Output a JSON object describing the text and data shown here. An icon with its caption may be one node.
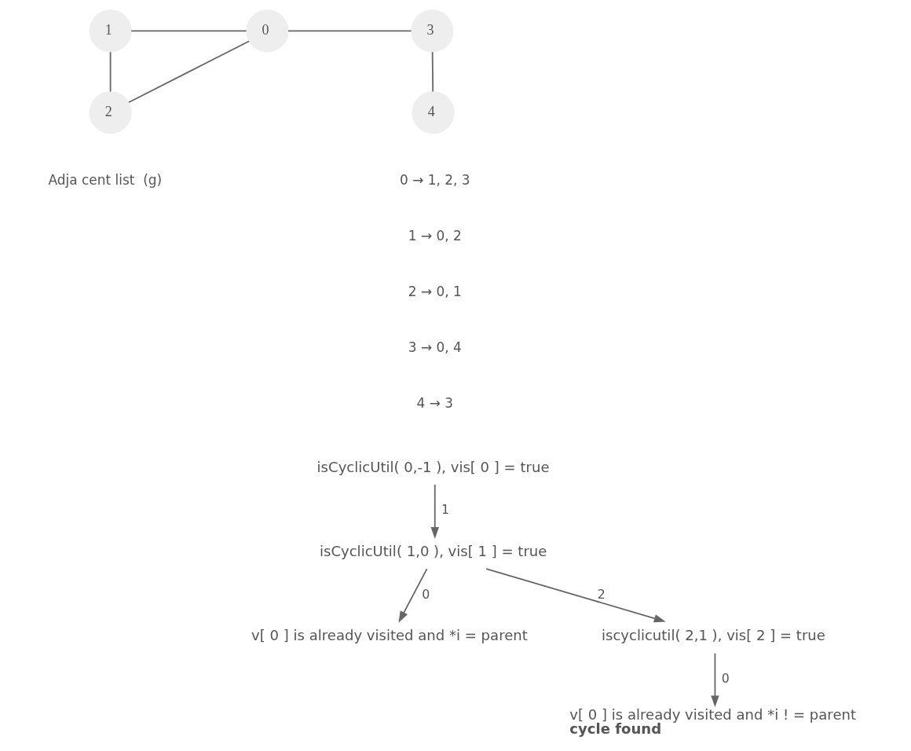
{
  "diagram": {
    "nodes": [
      {
        "text": [
          "1"
        ]
      },
      {
        "text": [
          "0"
        ]
      },
      {
        "text": [
          "3"
        ]
      },
      {
        "text": [
          "2"
        ]
      },
      {
        "text": [
          "4"
        ]
      },
      {
        "text": [
          "isCyclicUtil( 0,-1 ), vis[ 0 ] = true"
        ]
      },
      {
        "text": [
          "isCyclicUtil( 1,0 ), vis[ 1 ] = true"
        ]
      },
      {
        "text": [
          "v[ 0 ] is already visited and *i = parent"
        ]
      },
      {
        "text": [
          "iscyclicutil( 2,1 ), vis[ 2 ] = true"
        ]
      },
      {
        "text": [
          "v[ 0 ] is already visited and *i ! = parent",
          "cycle found"
        ]
      }
    ],
    "edges": [
      {
        "from": 0,
        "to": 1,
        "arrow": "none"
      },
      {
        "from": 0,
        "to": 3,
        "arrow": "none"
      },
      {
        "from": 1,
        "to": 3,
        "arrow": "none"
      },
      {
        "from": 1,
        "to": 2,
        "arrow": "none"
      },
      {
        "from": 2,
        "to": 4,
        "arrow": "none"
      },
      {
        "from": 5,
        "to": 6,
        "arrow": "to",
        "label": "1"
      },
      {
        "from": 6,
        "to": 7,
        "arrow": "to",
        "label": "0"
      },
      {
        "from": 6,
        "to": 8,
        "arrow": "to",
        "label": "2"
      },
      {
        "from": 8,
        "to": 9,
        "arrow": "to",
        "label": "0"
      }
    ],
    "labels": [
      "Adja cent list  (g)",
      "0 → 1, 2, 3",
      "1 → 0, 2",
      "2 → 0, 1",
      "3 → 0, 4",
      "4 → 3"
    ]
  }
}
